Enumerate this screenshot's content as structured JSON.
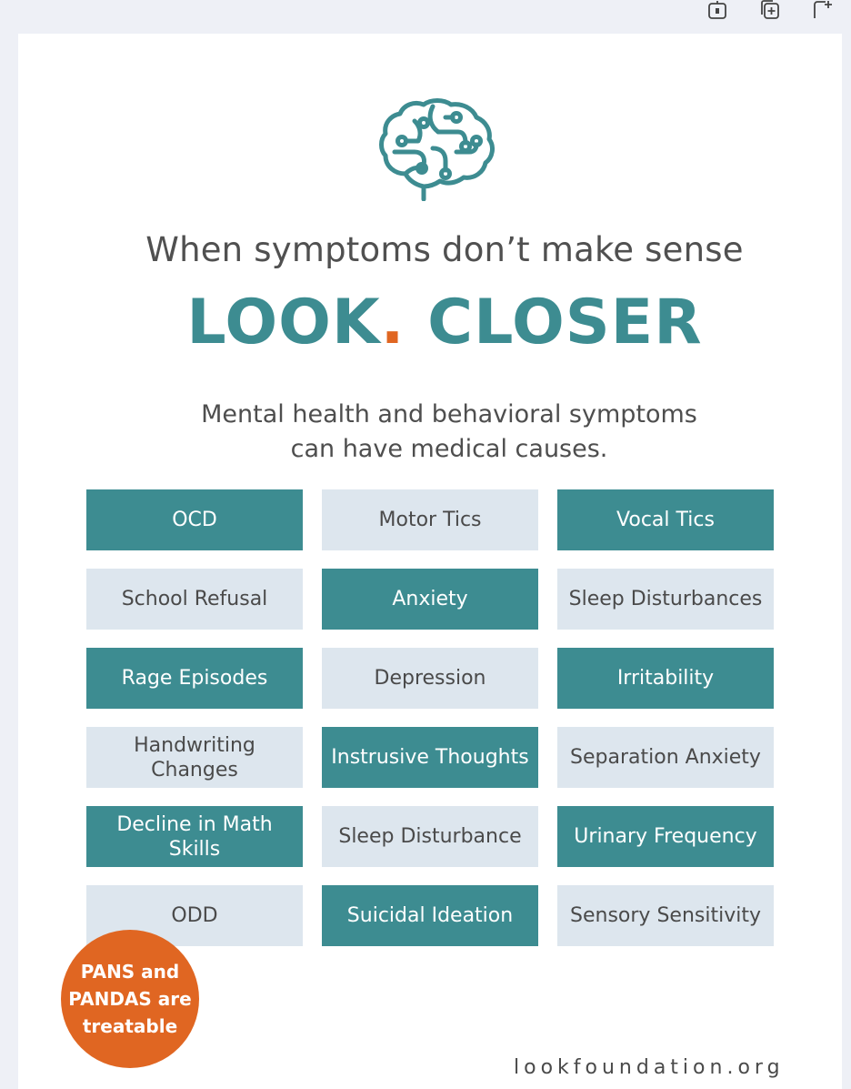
{
  "toolbar": {
    "icons": [
      "lock-icon",
      "duplicate-icon",
      "add-page-icon"
    ]
  },
  "poster": {
    "subtitle": "When symptoms don’t make sense",
    "headline_word1": "LOOK",
    "headline_dot": ".",
    "headline_word2": " CLOSER",
    "lead_line1": "Mental health and behavioral symptoms",
    "lead_line2": "can have medical causes.",
    "symptoms": [
      {
        "label": "OCD",
        "style": "teal"
      },
      {
        "label": "Motor Tics",
        "style": "light"
      },
      {
        "label": "Vocal Tics",
        "style": "teal"
      },
      {
        "label": "School Refusal",
        "style": "light"
      },
      {
        "label": "Anxiety",
        "style": "teal"
      },
      {
        "label": "Sleep Disturbances",
        "style": "light"
      },
      {
        "label": "Rage Episodes",
        "style": "teal"
      },
      {
        "label": "Depression",
        "style": "light"
      },
      {
        "label": "Irritability",
        "style": "teal"
      },
      {
        "label": "Handwriting Changes",
        "style": "light"
      },
      {
        "label": "Instrusive Thoughts",
        "style": "teal"
      },
      {
        "label": "Separation Anxiety",
        "style": "light"
      },
      {
        "label": "Decline in Math Skills",
        "style": "teal"
      },
      {
        "label": "Sleep Disturbance",
        "style": "light"
      },
      {
        "label": "Urinary Frequency",
        "style": "teal"
      },
      {
        "label": "ODD",
        "style": "light"
      },
      {
        "label": "Suicidal Ideation",
        "style": "teal"
      },
      {
        "label": "Sensory Sensitivity",
        "style": "light"
      }
    ],
    "badge_text": "PANS and PANDAS are treatable",
    "footer_url": "lookfoundation.org"
  },
  "colors": {
    "teal": "#3d8c91",
    "orange": "#e06622",
    "light": "#dde6ee"
  }
}
